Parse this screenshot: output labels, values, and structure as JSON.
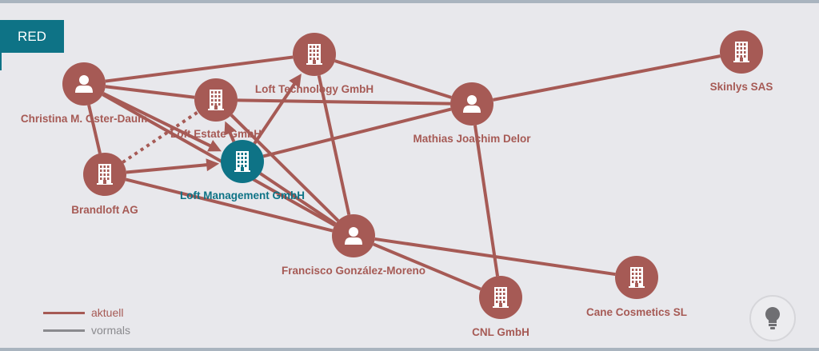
{
  "tag": {
    "label": "RED"
  },
  "colors": {
    "current": "#a65a55",
    "former": "#8a8a8e",
    "selected": "#0e7386"
  },
  "nodes": [
    {
      "id": "christina",
      "label": "Christina M. Oster-Daum",
      "type": "person-icon"
    },
    {
      "id": "lofttech",
      "label": "Loft Technology GmbH",
      "type": "building-icon"
    },
    {
      "id": "loftestate",
      "label": "Loft Estate GmbH",
      "type": "building-icon"
    },
    {
      "id": "mathias",
      "label": "Mathias Joachim Delor",
      "type": "person-icon"
    },
    {
      "id": "skinlys",
      "label": "Skinlys SAS",
      "type": "building-icon"
    },
    {
      "id": "brandloft",
      "label": "Brandloft AG",
      "type": "building-icon"
    },
    {
      "id": "loftmgmt",
      "label": "Loft Management GmbH",
      "type": "building-icon",
      "selected": true
    },
    {
      "id": "francisco",
      "label": "Francisco González-Moreno",
      "type": "person-icon"
    },
    {
      "id": "cnl",
      "label": "CNL GmbH",
      "type": "building-icon"
    },
    {
      "id": "cane",
      "label": "Cane Cosmetics SL",
      "type": "building-icon"
    }
  ],
  "edges": [
    {
      "from": "christina",
      "to": "lofttech"
    },
    {
      "from": "christina",
      "to": "loftestate"
    },
    {
      "from": "christina",
      "to": "loftmgmt",
      "arrow": true
    },
    {
      "from": "christina",
      "to": "brandloft"
    },
    {
      "from": "christina",
      "to": "francisco"
    },
    {
      "from": "brandloft",
      "to": "loftestate",
      "dotted": true
    },
    {
      "from": "brandloft",
      "to": "loftmgmt",
      "arrow": true
    },
    {
      "from": "brandloft",
      "to": "francisco"
    },
    {
      "from": "loftmgmt",
      "to": "lofttech",
      "arrow": true
    },
    {
      "from": "loftmgmt",
      "to": "loftestate",
      "arrow": true
    },
    {
      "from": "loftmgmt",
      "to": "mathias"
    },
    {
      "from": "loftmgmt",
      "to": "francisco"
    },
    {
      "from": "loftestate",
      "to": "mathias"
    },
    {
      "from": "loftestate",
      "to": "francisco"
    },
    {
      "from": "lofttech",
      "to": "mathias"
    },
    {
      "from": "lofttech",
      "to": "francisco"
    },
    {
      "from": "mathias",
      "to": "skinlys"
    },
    {
      "from": "mathias",
      "to": "cnl"
    },
    {
      "from": "francisco",
      "to": "cnl"
    },
    {
      "from": "francisco",
      "to": "cane"
    }
  ],
  "legend": {
    "current": "aktuell",
    "former": "vormals"
  }
}
